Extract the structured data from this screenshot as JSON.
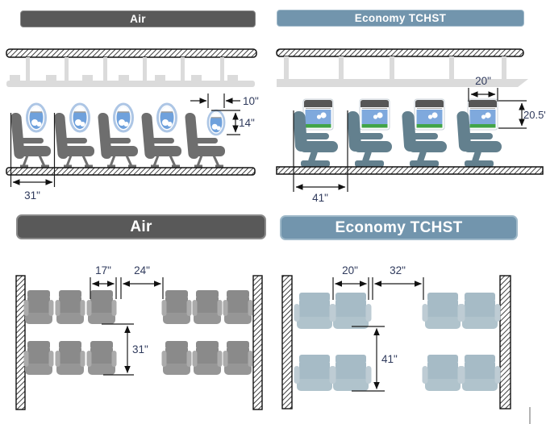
{
  "panels": {
    "top_left_side_view": {
      "header": "Air",
      "dimensions": {
        "seat_pitch": "31\"",
        "window_width": "10\"",
        "window_height": "14\""
      }
    },
    "top_right_side_view": {
      "header": "Economy TCHST",
      "dimensions": {
        "seat_pitch": "41\"",
        "window_width": "20\"",
        "window_height": "20.5\""
      }
    },
    "bottom_left_top_view": {
      "header": "Air",
      "dimensions": {
        "seat_width": "17\"",
        "aisle_width": "24\"",
        "seat_pitch": "31\""
      }
    },
    "bottom_right_top_view": {
      "header": "Economy TCHST",
      "dimensions": {
        "seat_width": "20\"",
        "aisle_width": "32\"",
        "seat_pitch": "41\""
      }
    }
  },
  "colors": {
    "header_dark": "#595959",
    "header_blue": "#7295AD",
    "seat_gray": "#6E6E6E",
    "seat_blue_gray": "#63808E",
    "top_view_seat_gray": "#8A8A8A",
    "top_view_seat_blue": "#A6BBC6",
    "window_blue": "#6FA1DC",
    "window_ring": "#ADC6E5",
    "screen_green": "#41A447",
    "dimension_text": "#2F3A5C"
  }
}
